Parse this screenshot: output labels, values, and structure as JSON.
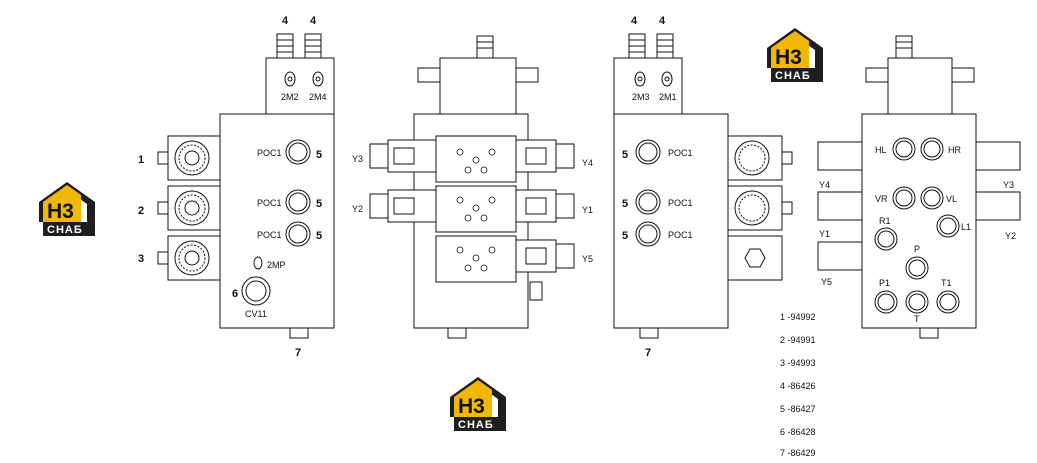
{
  "logo": {
    "mark": "H3",
    "text": "СНАБ",
    "accent": "#f2b705",
    "dark": "#1e1e1e"
  },
  "view1": {
    "top_nums": [
      "4",
      "4"
    ],
    "switches": [
      "2M2",
      "2M4"
    ],
    "side_nums": [
      "1",
      "2",
      "3"
    ],
    "ports": [
      {
        "label": "POC1",
        "num": "5"
      },
      {
        "label": "POC1",
        "num": "5"
      },
      {
        "label": "POC1",
        "num": "5"
      }
    ],
    "mp_label": "2MP",
    "cv_num": "6",
    "cv_label": "CV11",
    "bottom_num": "7"
  },
  "view2": {
    "left_coils": [
      "Y3",
      "Y2"
    ],
    "right_coils": [
      "Y4",
      "Y1",
      "Y5"
    ]
  },
  "view3": {
    "top_nums": [
      "4",
      "4"
    ],
    "switches": [
      "2M3",
      "2M1"
    ],
    "ports": [
      {
        "label": "POC1",
        "num": "5"
      },
      {
        "label": "POC1",
        "num": "5"
      },
      {
        "label": "POC1",
        "num": "5"
      }
    ],
    "bottom_num": "7"
  },
  "view4": {
    "ports": [
      "HL",
      "HR",
      "VR",
      "VL",
      "R1",
      "L1",
      "P",
      "P1",
      "T1",
      "T"
    ],
    "coils_left": [
      "Y4",
      "Y1",
      "Y5"
    ],
    "coils_right": [
      "Y3",
      "Y2"
    ]
  },
  "parts": [
    "1 -94992",
    "2 -94991",
    "3 -94993",
    "4 -86426",
    "5 -86427",
    "6 -86428",
    "7 -86429"
  ]
}
